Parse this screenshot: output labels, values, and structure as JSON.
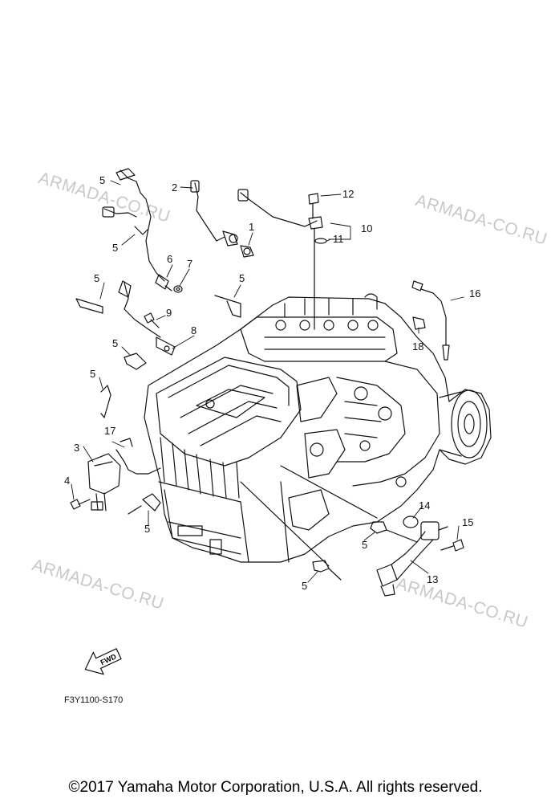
{
  "watermark": "ARMADA-CO.RU",
  "callouts": [
    "1",
    "2",
    "3",
    "4",
    "5",
    "6",
    "7",
    "8",
    "9",
    "10",
    "11",
    "12",
    "13",
    "14",
    "15",
    "16",
    "17",
    "18"
  ],
  "fwd_label": "FWD",
  "diagram_code": "F3Y1100-S170",
  "copyright": "©2017 Yamaha Motor Corporation, U.S.A. All rights reserved."
}
